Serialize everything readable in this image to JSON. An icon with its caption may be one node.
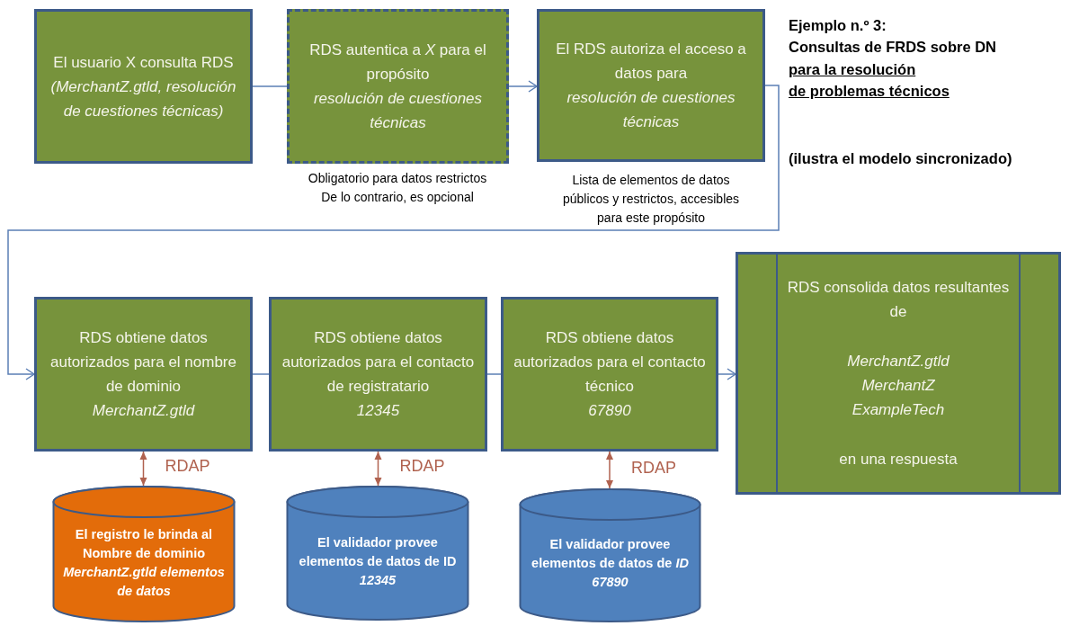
{
  "diagram": {
    "title": "Ejemplo n.º 3:",
    "nodes": [
      {
        "text": [
          "El usuario X consulta RDS",
          "(MerchantZ.gtld, resolución de cuestiones técnicas)"
        ]
      },
      {
        "text": [
          "RDS autentica a *X* para el propósito",
          "resolución de cuestiones técnicas"
        ],
        "beside": [
          "Obligatorio para datos restrictos",
          "De lo contrario, es opcional"
        ]
      },
      {
        "text": [
          "El RDS autoriza el acceso a datos para",
          "resolución de cuestiones técnicas"
        ],
        "beside": [
          "Lista de elementos de datos públicos y restrictos, accesibles para este propósito"
        ]
      },
      {
        "text": [
          "RDS obtiene datos autorizados para el nombre de dominio",
          "MerchantZ.gtld"
        ]
      },
      {
        "text": [
          "RDS obtiene datos autorizados para el contacto de registratario",
          "12345"
        ]
      },
      {
        "text": [
          "RDS obtiene datos autorizados para el contacto técnico",
          "67890"
        ]
      },
      {
        "text": [
          "RDS consolida datos resultantes de",
          "MerchantZ.gtld",
          "MerchantZ",
          "ExampleTech",
          "en una respuesta"
        ]
      },
      {
        "text": [
          "El registro le brinda al Nombre de dominio",
          "MerchantZ.gtld elementos de datos"
        ]
      },
      {
        "text": [
          "El validador provee elementos de datos de ID *12345*"
        ]
      },
      {
        "text": [
          "El validador provee elementos de datos de *ID 67890*"
        ]
      }
    ],
    "edges": [
      {
        "from": 0,
        "to": 1,
        "arrow": "none"
      },
      {
        "from": 1,
        "to": 2,
        "arrow": "to"
      },
      {
        "from": 2,
        "to": 3,
        "arrow": "to"
      },
      {
        "from": 3,
        "to": 4,
        "arrow": "none"
      },
      {
        "from": 4,
        "to": 5,
        "arrow": "none"
      },
      {
        "from": 5,
        "to": 6,
        "arrow": "to"
      },
      {
        "from": 3,
        "to": 7,
        "arrow": "both",
        "label": "RDAP",
        "color": "#b0624f"
      },
      {
        "from": 4,
        "to": 8,
        "arrow": "both",
        "label": "RDAP",
        "color": "#b0624f"
      },
      {
        "from": 5,
        "to": 9,
        "arrow": "both",
        "label": "RDAP",
        "color": "#b0624f"
      }
    ],
    "labels": [
      "Consultas de FRDS sobre DN",
      "para la resolución",
      "de problemas técnicos",
      "(ilustra el modelo sincronizado)"
    ]
  }
}
